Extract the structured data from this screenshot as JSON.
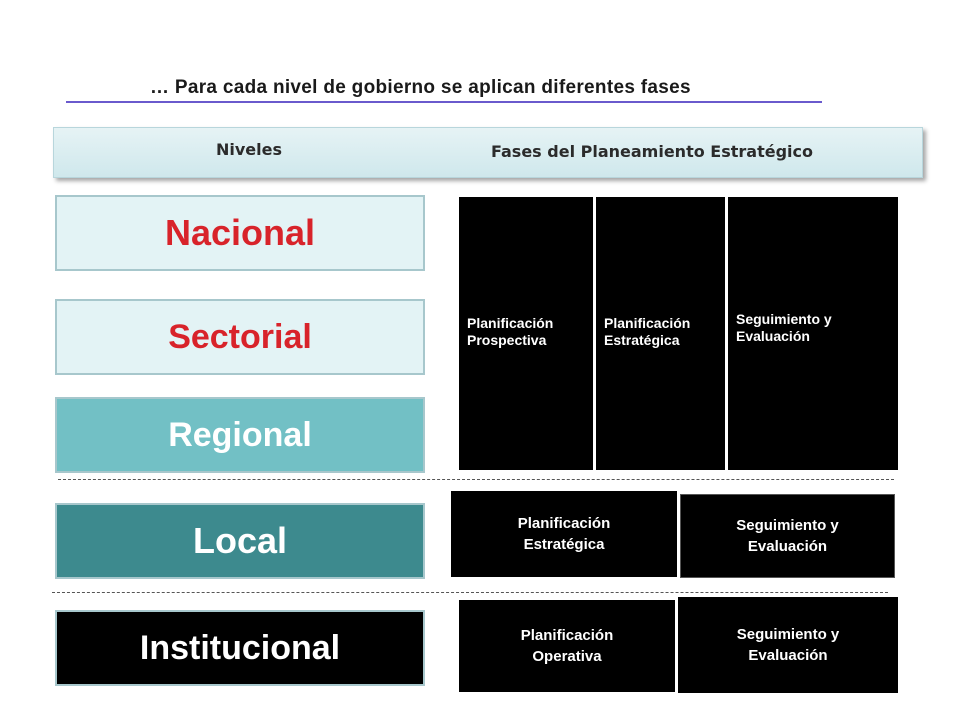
{
  "title": "… Para cada nivel de gobierno se aplican diferentes fases",
  "header": {
    "levels_label": "Niveles",
    "phases_label": "Fases del Planeamiento Estratégico"
  },
  "levels": {
    "nacional": "Nacional",
    "sectorial": "Sectorial",
    "regional": "Regional",
    "local": "Local",
    "institucional": "Institucional"
  },
  "phases": {
    "upper": {
      "prospectiva_1": "Planificación",
      "prospectiva_2": "Prospectiva",
      "estrategica_1": "Planificación",
      "estrategica_2": "Estratégica",
      "seguimiento_1": "Seguimiento y",
      "seguimiento_2": "Evaluación"
    },
    "local": {
      "estrategica_1": "Planificación",
      "estrategica_2": "Estratégica",
      "seguimiento_1": "Seguimiento y",
      "seguimiento_2": "Evaluación"
    },
    "institucional": {
      "operativa_1": "Planificación",
      "operativa_2": "Operativa",
      "seguimiento_1": "Seguimiento y",
      "seguimiento_2": "Evaluación"
    }
  },
  "colors": {
    "level_text_red": "#d8232a",
    "regional_fill": "#72c0c5",
    "local_fill": "#3d8a8e",
    "phase_fill": "#000000",
    "header_fill": "#d9eef1",
    "title_underline": "#6a5acd"
  }
}
